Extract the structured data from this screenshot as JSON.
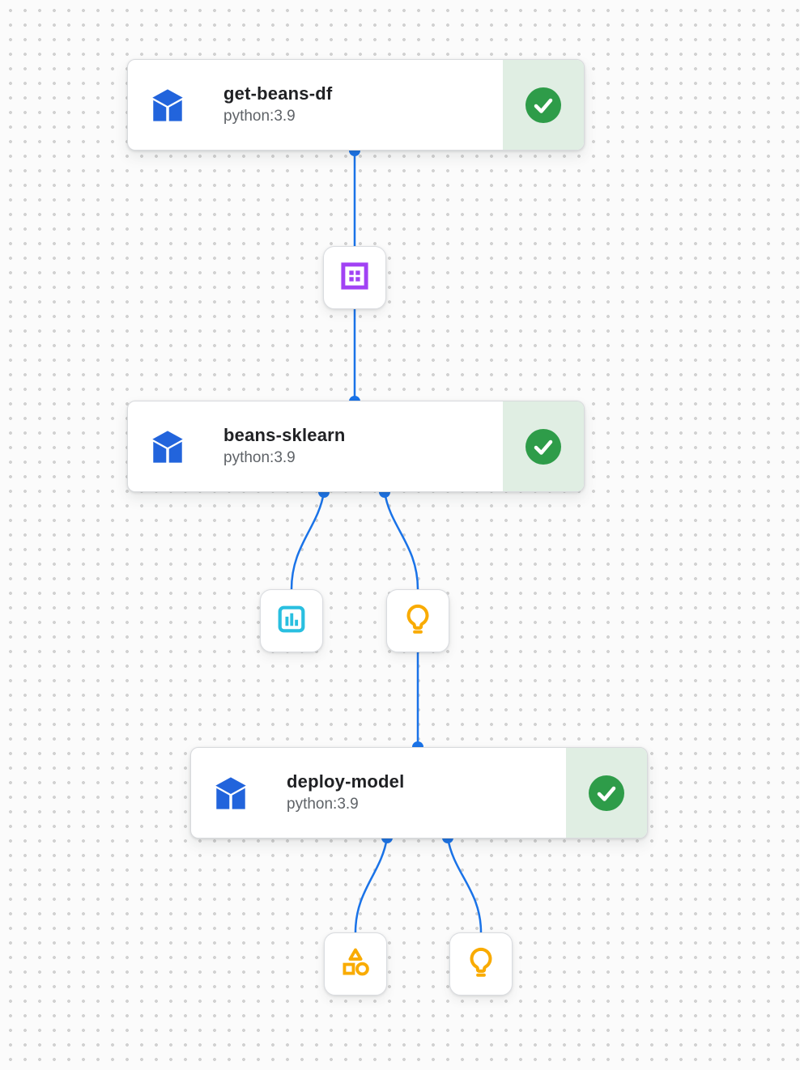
{
  "canvas": {
    "background_color": "#FBFBFB",
    "dot_color": "#D2D2D2"
  },
  "colors": {
    "edge_blue": "#1A73E8",
    "component_cube_blue": "#2264DC",
    "success_green": "#2E9C49",
    "success_section_bg": "#E0EEE3",
    "dataset_purple": "#A142F4",
    "metrics_cyan": "#29BFE0",
    "model_amber": "#F9AB00",
    "title_text": "#202124",
    "subtitle_text": "#5F6368"
  },
  "nodes": [
    {
      "title": "get-beans-df",
      "subtitle": "python:3.9",
      "status": "succeeded"
    },
    {
      "title": "beans-sklearn",
      "subtitle": "python:3.9",
      "status": "succeeded"
    },
    {
      "title": "deploy-model",
      "subtitle": "python:3.9",
      "status": "succeeded"
    }
  ],
  "artifacts": [
    {
      "type": "dataset",
      "icon": "dataset-icon"
    },
    {
      "type": "metrics",
      "icon": "metrics-icon"
    },
    {
      "type": "model",
      "icon": "model-icon"
    },
    {
      "type": "artifact",
      "icon": "artifact-icon"
    },
    {
      "type": "model",
      "icon": "model-icon"
    }
  ]
}
